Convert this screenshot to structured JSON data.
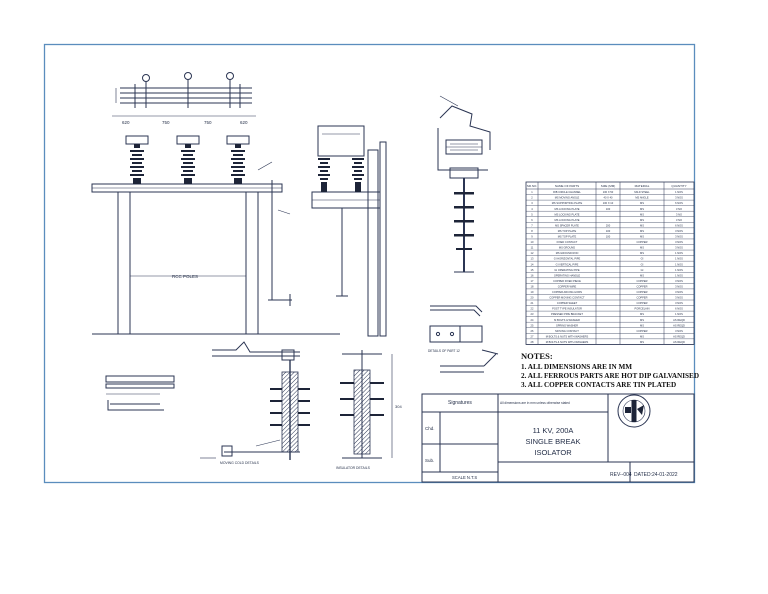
{
  "drawing": {
    "title_block": {
      "signatures_label": "Signatures",
      "dimension_note": "All dimensions are in mm unless otherwise stated",
      "row_labels": [
        "Chd.",
        "Sub."
      ],
      "title_lines": [
        "11 KV, 200A",
        "SINGLE BREAK",
        "ISOLATOR"
      ],
      "scale": "SCALE  N.T.S",
      "revision": "REV--004",
      "date": "DATED:24-01-2022"
    },
    "notes": {
      "heading": "NOTES:",
      "items": [
        "1. ALL DIMENSIONS ARE IN MM",
        "2. ALL FERROUS PARTS ARE HOT DIP GALVANISED",
        "3. ALL COPPER CONTACTS ARE TIN PLATED"
      ]
    },
    "labels": {
      "rcc_poles": "RCC POLES",
      "moving_cold_details": "MOVING COLD DETAILS",
      "insulator_details": "INSULATOR DETAILS",
      "details_of_part": "DETAILS OF PART 12",
      "dim_left": "620",
      "dim_mid1": "750",
      "dim_mid2": "750",
      "dim_right": "620",
      "dim_vertical": "304"
    },
    "bom": {
      "headers": [
        "SR.NO.",
        "NAME OF PARTS",
        "SIZE (MM)",
        "MATERIAL",
        "QUANTITY"
      ],
      "rows": [
        [
          "1",
          "RIB CIRCLE CHANNEL",
          "100 X 50",
          "MILD STEEL",
          "1 NOS"
        ],
        [
          "2",
          "MS MOVING ANGLE",
          "40 X 40",
          "MS ANGLE",
          "3 NOS"
        ],
        [
          "3",
          "MS SUPPORTING PLATE",
          "100 X 10",
          "MS",
          "6 NOS"
        ],
        [
          "4",
          "MS LOCKING PLATE",
          "100",
          "MS",
          "3 NO"
        ],
        [
          "5",
          "MS LOCKING PLATE",
          "",
          "MS",
          "3 NO"
        ],
        [
          "6",
          "MS LOCKING PLATE",
          "",
          "MS",
          "3 NO"
        ],
        [
          "7",
          "MS SPACER PLATE",
          "200",
          "MS",
          "6 NOS"
        ],
        [
          "8",
          "MS TOP PLATE",
          "100",
          "MS",
          "3 NOS"
        ],
        [
          "9",
          "MS TOP PLATE",
          "100",
          "MS",
          "3 NOS"
        ],
        [
          "10",
          "FIXED CONTACT",
          "",
          "COPPER",
          "3 NOS"
        ],
        [
          "11",
          "MS GROUND",
          "",
          "MS",
          "3 NOS"
        ],
        [
          "12",
          "MS GROUND ROD",
          "",
          "MS",
          "1 NOS"
        ],
        [
          "13",
          "GI HORIZONTAL PIPE",
          "",
          "GI",
          "1 NOS"
        ],
        [
          "14",
          "GI VERTICAL PIPE",
          "",
          "GI",
          "1 NOS"
        ],
        [
          "15",
          "GI OPERATING PIPE",
          "",
          "GI",
          "1 NOS"
        ],
        [
          "16",
          "OPERATING HANDLE",
          "",
          "MS",
          "1 NOS"
        ],
        [
          "17",
          "COPPER FIXED PIECE",
          "",
          "COPPER",
          "3 NOS"
        ],
        [
          "18",
          "COPPER WIRE",
          "",
          "COPPER",
          "3 NOS"
        ],
        [
          "19",
          "COPPER ARCING HORN",
          "",
          "COPPER",
          "3 NOS"
        ],
        [
          "20",
          "COPPER MOVING CONTACT",
          "",
          "COPPER",
          "3 NOS"
        ],
        [
          "21",
          "COPPER SHEET",
          "",
          "COPPER",
          "3 NOS"
        ],
        [
          "22",
          "POST TYPE INSULATOR",
          "",
          "PORCELAIN",
          "6 NOS"
        ],
        [
          "23",
          "PRESSED PIPE BRACKET",
          "",
          "MS",
          "1 NOS"
        ],
        [
          "24",
          "M BOLTS & WASHER",
          "",
          "MS",
          "AS REQD"
        ],
        [
          "25",
          "SPRING WASHER",
          "",
          "MS",
          "AS REQD"
        ],
        [
          "26",
          "MOVING CONTACT",
          "",
          "COPPER",
          "3 NOS"
        ],
        [
          "27",
          "M BOLTS & NUTS WITH WASHERS",
          "",
          "MS",
          "AS REQD"
        ],
        [
          "28",
          "M BOLTS & NUTS WITH WASHERS",
          "",
          "MS",
          "AS REQD"
        ]
      ]
    }
  }
}
